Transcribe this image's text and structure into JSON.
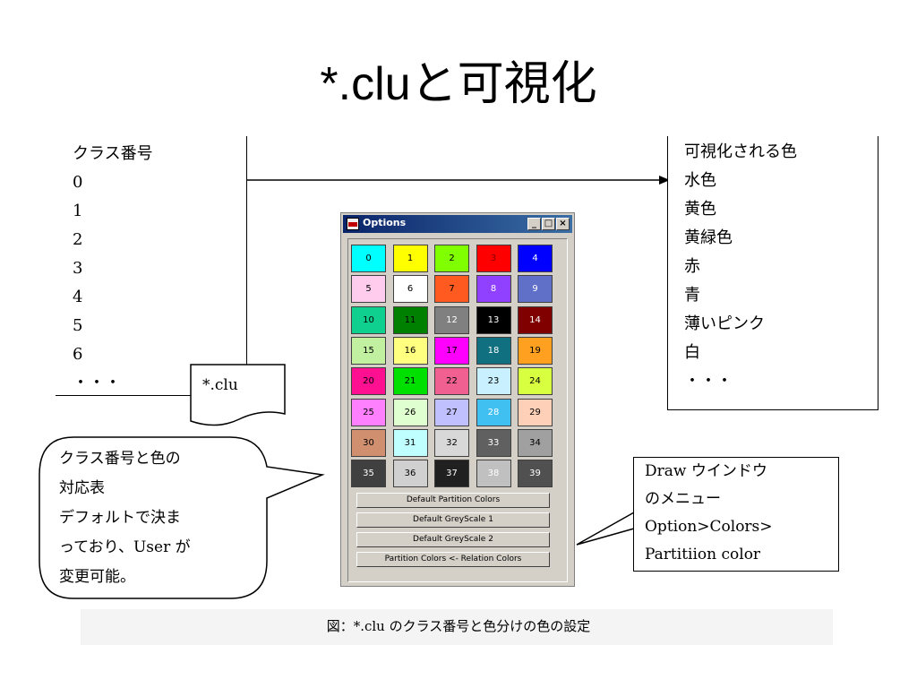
{
  "title": "*.cluと可視化",
  "left_list": {
    "header": "クラス番号",
    "items": [
      "0",
      "1",
      "2",
      "3",
      "4",
      "5",
      "6",
      "・・・"
    ],
    "note": "*.clu"
  },
  "right_list": {
    "header": "可視化される色",
    "items": [
      "水色",
      "黄色",
      "黄緑色",
      "赤",
      "青",
      "薄いピンク",
      "白",
      "・・・"
    ]
  },
  "options_window": {
    "title": "Options",
    "controls": {
      "minimize": "_",
      "maximize": "□",
      "close": "×"
    },
    "colors": [
      {
        "n": "0",
        "bg": "#00ffff",
        "fg": "#000"
      },
      {
        "n": "1",
        "bg": "#ffff00",
        "fg": "#000"
      },
      {
        "n": "2",
        "bg": "#80ff00",
        "fg": "#000"
      },
      {
        "n": "3",
        "bg": "#ff0000",
        "fg": "#800"
      },
      {
        "n": "4",
        "bg": "#0000ff",
        "fg": "#fff"
      },
      {
        "n": "5",
        "bg": "#ffccee",
        "fg": "#000"
      },
      {
        "n": "6",
        "bg": "#ffffff",
        "fg": "#000"
      },
      {
        "n": "7",
        "bg": "#ff5a20",
        "fg": "#000"
      },
      {
        "n": "8",
        "bg": "#9040ff",
        "fg": "#fff"
      },
      {
        "n": "9",
        "bg": "#6070c8",
        "fg": "#fff"
      },
      {
        "n": "10",
        "bg": "#10d090",
        "fg": "#000"
      },
      {
        "n": "11",
        "bg": "#008000",
        "fg": "#000"
      },
      {
        "n": "12",
        "bg": "#808080",
        "fg": "#fff"
      },
      {
        "n": "13",
        "bg": "#000000",
        "fg": "#fff"
      },
      {
        "n": "14",
        "bg": "#800000",
        "fg": "#fff"
      },
      {
        "n": "15",
        "bg": "#c0f0a0",
        "fg": "#000"
      },
      {
        "n": "16",
        "bg": "#ffff80",
        "fg": "#000"
      },
      {
        "n": "17",
        "bg": "#ff00ff",
        "fg": "#000"
      },
      {
        "n": "18",
        "bg": "#107080",
        "fg": "#fff"
      },
      {
        "n": "19",
        "bg": "#ffa020",
        "fg": "#000"
      },
      {
        "n": "20",
        "bg": "#ff1090",
        "fg": "#000"
      },
      {
        "n": "21",
        "bg": "#00e000",
        "fg": "#000"
      },
      {
        "n": "22",
        "bg": "#f06090",
        "fg": "#000"
      },
      {
        "n": "23",
        "bg": "#c8f0ff",
        "fg": "#000"
      },
      {
        "n": "24",
        "bg": "#d8ff40",
        "fg": "#000"
      },
      {
        "n": "25",
        "bg": "#ff80ff",
        "fg": "#000"
      },
      {
        "n": "26",
        "bg": "#e0ffd0",
        "fg": "#000"
      },
      {
        "n": "27",
        "bg": "#c0c0ff",
        "fg": "#000"
      },
      {
        "n": "28",
        "bg": "#40c0f0",
        "fg": "#fff"
      },
      {
        "n": "29",
        "bg": "#ffd0b8",
        "fg": "#000"
      },
      {
        "n": "30",
        "bg": "#d09070",
        "fg": "#000"
      },
      {
        "n": "31",
        "bg": "#c0ffff",
        "fg": "#000"
      },
      {
        "n": "32",
        "bg": "#d8d8d8",
        "fg": "#000"
      },
      {
        "n": "33",
        "bg": "#606060",
        "fg": "#fff"
      },
      {
        "n": "34",
        "bg": "#a0a0a0",
        "fg": "#000"
      },
      {
        "n": "35",
        "bg": "#404040",
        "fg": "#fff"
      },
      {
        "n": "36",
        "bg": "#d0d0d0",
        "fg": "#000"
      },
      {
        "n": "37",
        "bg": "#202020",
        "fg": "#fff"
      },
      {
        "n": "38",
        "bg": "#c0c0c0",
        "fg": "#fff"
      },
      {
        "n": "39",
        "bg": "#505050",
        "fg": "#fff"
      }
    ],
    "buttons": [
      "Default Partition Colors",
      "Default GreyScale 1",
      "Default GreyScale 2",
      "Partition Colors <- Relation Colors"
    ]
  },
  "callout_left": {
    "lines": [
      "クラス番号と色の",
      "対応表",
      "デフォルトで決ま",
      "っており、User が",
      "変更可能。"
    ]
  },
  "callout_right": {
    "lines": [
      "Draw ウインドウ",
      "のメニュー",
      "Option>Colors>",
      "Partitiion color"
    ]
  },
  "caption": "図：*.clu のクラス番号と色分けの色の設定"
}
